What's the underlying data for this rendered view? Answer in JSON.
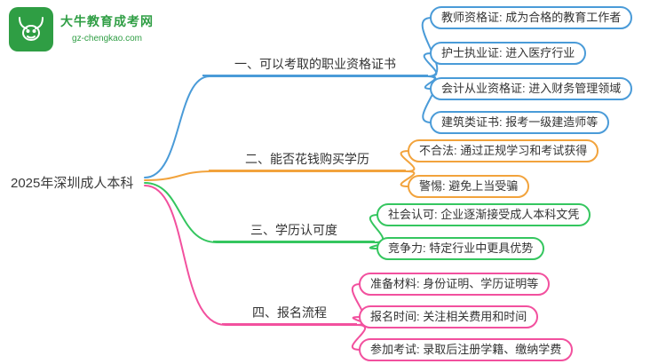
{
  "logo": {
    "title": "大牛教育成考网",
    "subtitle": "gz-chengkao.com",
    "brand_color": "#2f9e44"
  },
  "root": {
    "label": "2025年深圳成人本科"
  },
  "branches": [
    {
      "label": "一、可以考取的职业资格证书",
      "color": "#4a9bd8",
      "leaves": [
        "教师资格证: 成为合格的教育工作者",
        "护士执业证: 进入医疗行业",
        "会计从业资格证: 进入财务管理领域",
        "建筑类证书: 报考一级建造师等"
      ]
    },
    {
      "label": "二、能否花钱购买学历",
      "color": "#f2a33c",
      "leaves": [
        "不合法: 通过正规学习和考试获得",
        "警惕: 避免上当受骗"
      ]
    },
    {
      "label": "三、学历认可度",
      "color": "#35c65f",
      "leaves": [
        "社会认可: 企业逐渐接受成人本科文凭",
        "竞争力: 特定行业中更具优势"
      ]
    },
    {
      "label": "四、报名流程",
      "color": "#f2509e",
      "leaves": [
        "准备材料: 身份证明、学历证明等",
        "报名时间: 关注相关费用和时间",
        "参加考试: 录取后注册学籍、缴纳学费"
      ]
    }
  ]
}
